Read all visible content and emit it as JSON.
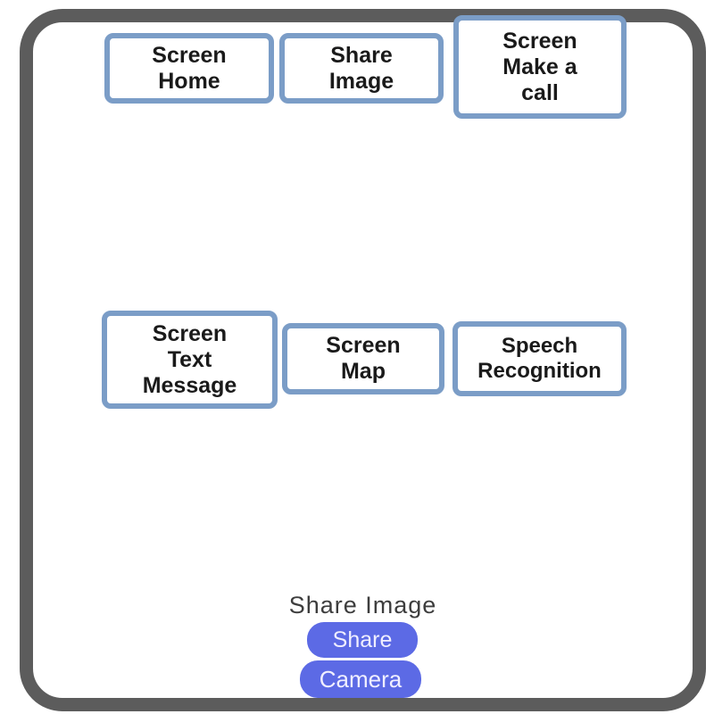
{
  "colors": {
    "frame_border": "#5c5c5c",
    "nav_button_border": "#7b9dc7",
    "nav_button_fill": "#ffffff",
    "nav_button_text": "#1a1a1a",
    "action_button_fill": "#5c6ae5",
    "action_button_text": "#f0efff",
    "caption_text": "#3d3d3d"
  },
  "nav_buttons": [
    {
      "label": "Screen\nHome"
    },
    {
      "label": "Share\nImage"
    },
    {
      "label": "Screen\nMake a\ncall"
    },
    {
      "label": "Screen\nText\nMessage"
    },
    {
      "label": "Screen\nMap"
    },
    {
      "label": "Speech\nRecognition"
    }
  ],
  "footer": {
    "caption": "Share Image",
    "share_label": "Share",
    "camera_label": "Camera"
  }
}
